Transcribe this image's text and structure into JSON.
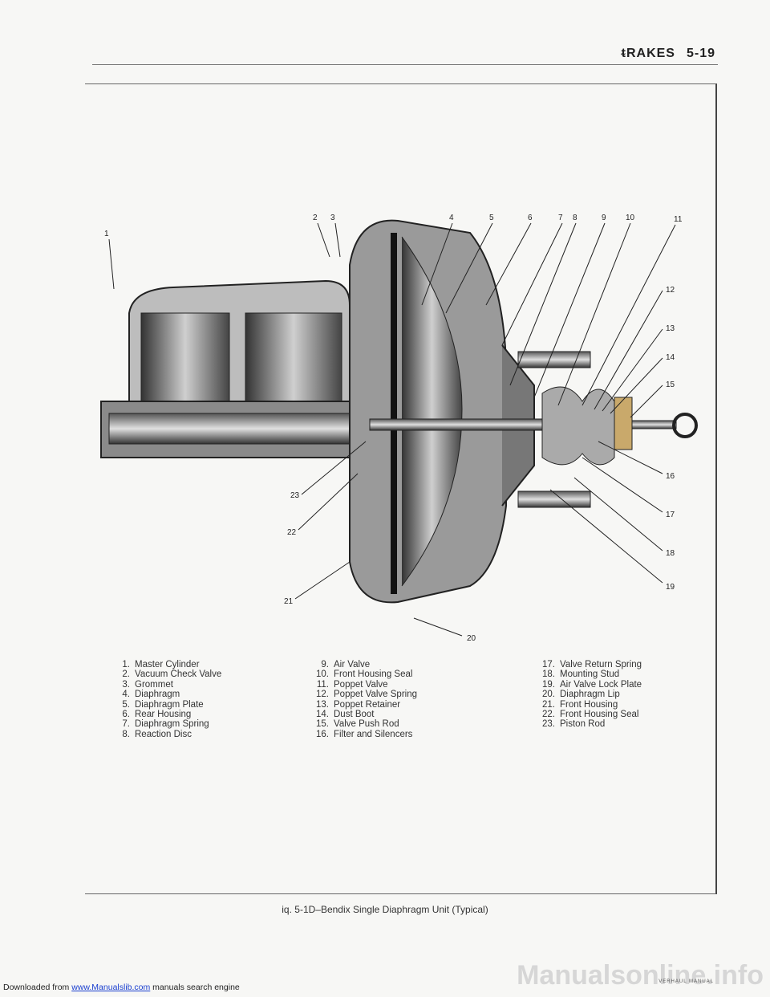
{
  "header": {
    "section": "ᵵRAKES",
    "page": "5-19"
  },
  "diagram": {
    "callouts": [
      "1",
      "2",
      "3",
      "4",
      "5",
      "6",
      "7",
      "8",
      "9",
      "10",
      "11",
      "12",
      "13",
      "14",
      "15",
      "16",
      "17",
      "18",
      "19",
      "20",
      "21",
      "22",
      "23"
    ]
  },
  "legend": {
    "columns": [
      [
        {
          "num": "1.",
          "label": "Master Cylinder"
        },
        {
          "num": "2.",
          "label": "Vacuum Check Valve"
        },
        {
          "num": "3.",
          "label": "Grommet"
        },
        {
          "num": "4.",
          "label": "Diaphragm"
        },
        {
          "num": "5.",
          "label": "Diaphragm Plate"
        },
        {
          "num": "6.",
          "label": "Rear Housing"
        },
        {
          "num": "7.",
          "label": "Diaphragm Spring"
        },
        {
          "num": "8.",
          "label": "Reaction Disc"
        }
      ],
      [
        {
          "num": "9.",
          "label": "Air Valve"
        },
        {
          "num": "10.",
          "label": "Front Housing Seal"
        },
        {
          "num": "11.",
          "label": "Poppet Valve"
        },
        {
          "num": "12.",
          "label": "Poppet Valve Spring"
        },
        {
          "num": "13.",
          "label": "Poppet Retainer"
        },
        {
          "num": "14.",
          "label": "Dust Boot"
        },
        {
          "num": "15.",
          "label": "Valve Push Rod"
        },
        {
          "num": "16.",
          "label": "Filter and Silencers"
        }
      ],
      [
        {
          "num": "17.",
          "label": "Valve Return Spring"
        },
        {
          "num": "18.",
          "label": "Mounting Stud"
        },
        {
          "num": "19.",
          "label": "Air Valve Lock Plate"
        },
        {
          "num": "20.",
          "label": "Diaphragm Lip"
        },
        {
          "num": "21.",
          "label": "Front Housing"
        },
        {
          "num": "22.",
          "label": "Front Housing Seal"
        },
        {
          "num": "23.",
          "label": "Piston Rod"
        }
      ]
    ]
  },
  "caption": "iq. 5-1D–Bendix Single Diaphragm Unit (Typical)",
  "footer": {
    "prefix": "Downloaded from ",
    "link": "www.Manualslib.com",
    "suffix": " manuals search engine",
    "manual": "VERHAUL MANUAL",
    "watermark": "Manualsonline.info"
  }
}
